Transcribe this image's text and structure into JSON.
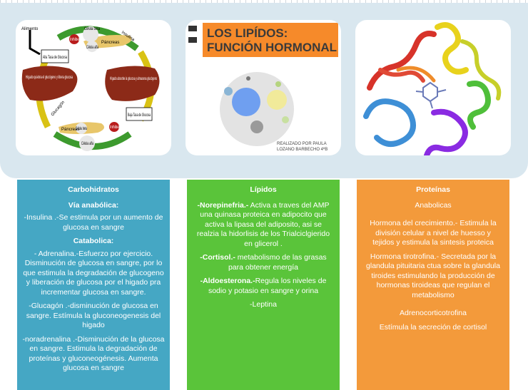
{
  "image1": {
    "alimento": "Alimento",
    "alta_tasa": "Alta Tasa de Glucosa",
    "celula_beta": "Célula beta",
    "celula_alfa_top": "Célula alfa",
    "pancreas_top": "Páncreas",
    "insulina": "Insulina",
    "inhibe_top": "Inhibe",
    "higado_libera": "Hígado quiebra el glucógeno y libera glucosa",
    "higado_absorbe": "Hígado absorbe la glucosa y almacena glucógeno",
    "baja_tasa": "Baja Tasa de Glucosa",
    "inhibe_bottom": "Inhibe",
    "glucagon": "Glucagón",
    "pancreas_bottom": "Páncreas",
    "celula_beta_bottom": "Célula beta",
    "celula_alfa_bottom": "Célula alfa"
  },
  "image2": {
    "title_line1": "LOS LIPÍDOS:",
    "title_line2": "FUNCIÓN HORMONAL",
    "credit_line1": "REALIZADO POR PAULA",
    "credit_line2": "LOZANO BARBECHO  4ºB"
  },
  "cards": {
    "carbs": {
      "title": "Carbohidratos",
      "sub1": "Vía anabólica:",
      "p1": "-Insulina .-Se estimula por un aumento de glucosa en sangre",
      "sub2": "Catabolica:",
      "p2": "- Adrenalina.-Esfuerzo por ejercicio. Disminución  de glucosa en sangre, por lo que estimula la degradación de glucogeno y liberación de glucosa por el higado pra incrementar  glucosa en sangre.",
      "p3": "-Glucagón .-disminución de glucosa en sangre. Estímula la gluconeogenesis del higado",
      "p4": "-noradrenalina .-Disminución de la glucosa en sangre. Estimula la degradación de proteínas y gluconeogénesis. Aumenta glucosa en sangre"
    },
    "lipids": {
      "title": "Lípidos",
      "p1_bold": "-Norepinefria.-",
      "p1": " Activa a traves del AMP una quinasa proteica en adipocito que activa la lipasa del adiposito, asi se realzia la hidorlisis de los Trialciclgierido en glicerol .",
      "p2_bold": "-Cortisol.-",
      "p2": " metabolismo de las grasas  para obtener energía",
      "p3_bold": "-Aldoesterona.-",
      "p3": "Regula  los niveles de sodio y potasio en sangre y orina",
      "p4": "-Leptina"
    },
    "proteins": {
      "title": "Proteínas",
      "sub1": "Anabolicas",
      "p1": "Hormona  del crecimiento.- Estimula la división celular a nivel de huesso y tejidos  y estimula la sintesis proteica",
      "p2": "Hormona tirotrofina.- Secretada por la glandula pituitaria ctua sobre la glandula tiroides estimulando la producción de hormonas tiroideas que regulan el metabolismo",
      "p3": "Adrenocorticotrofina",
      "p4": "Estímula la secreción de cortisol"
    }
  }
}
